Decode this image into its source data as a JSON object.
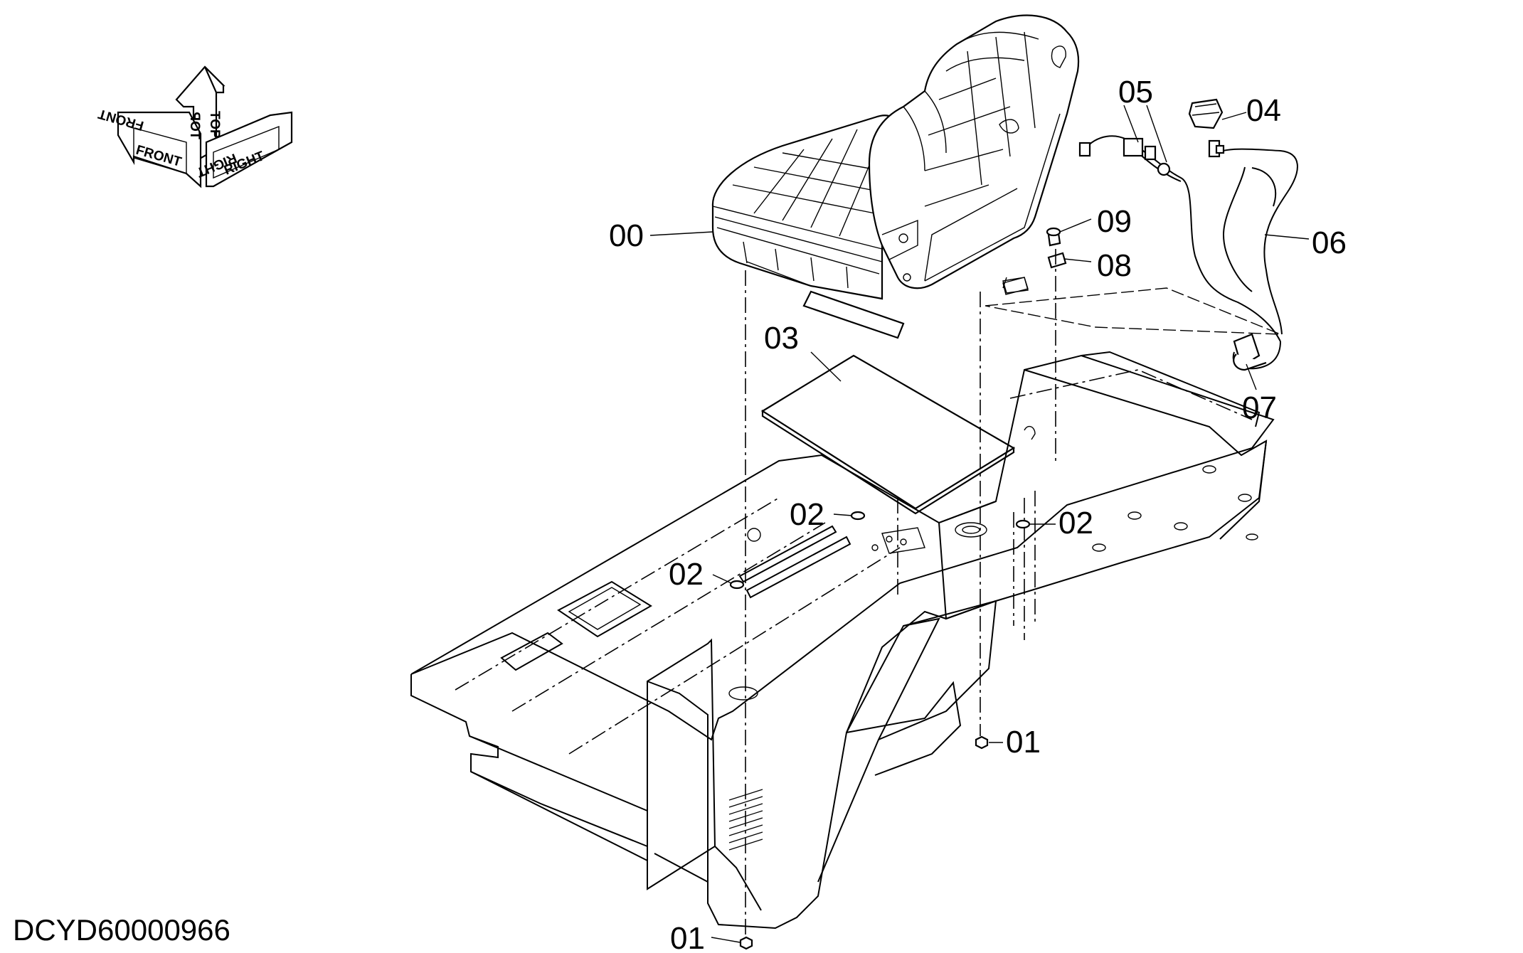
{
  "orientation_arrows": {
    "front": "FRONT",
    "top": "TOP",
    "right": "RIGHT"
  },
  "callouts": [
    {
      "id": "00",
      "text": "00",
      "part": "operator seat assembly"
    },
    {
      "id": "01",
      "text": "01",
      "part": "nut"
    },
    {
      "id": "02",
      "text": "02",
      "part": "washer"
    },
    {
      "id": "03",
      "text": "03",
      "part": "mat"
    },
    {
      "id": "04",
      "text": "04",
      "part": "switch"
    },
    {
      "id": "05",
      "text": "05",
      "part": "harness clips"
    },
    {
      "id": "06",
      "text": "06",
      "part": "wire harness"
    },
    {
      "id": "07",
      "text": "07",
      "part": "connector bracket"
    },
    {
      "id": "08",
      "text": "08",
      "part": "bracket"
    },
    {
      "id": "09",
      "text": "09",
      "part": "bolt"
    }
  ],
  "drawing_id": "DCYD60000966"
}
